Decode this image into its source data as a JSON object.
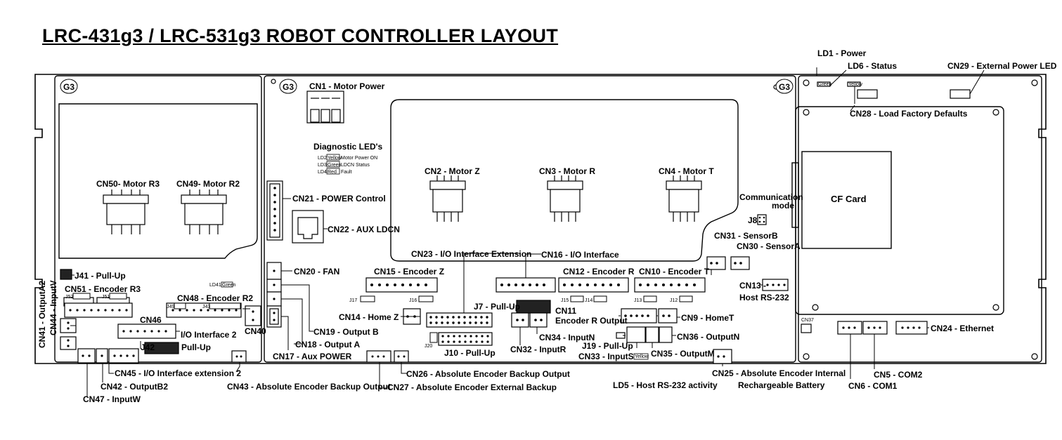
{
  "title": "LRC-431g3 / LRC-531g3 ROBOT CONTROLLER LAYOUT",
  "badges": [
    "G3",
    "G3",
    "G3"
  ],
  "diag_title": "Diagnostic LED's",
  "diag_rows": [
    {
      "id": "LD2",
      "color": "Yellow",
      "desc": "Motor Power ON"
    },
    {
      "id": "LD3",
      "color": "Green",
      "desc": "LDCN Status"
    },
    {
      "id": "LD4",
      "color": "Red",
      "desc": "Fault"
    }
  ],
  "cf_card": "CF Card",
  "comm_mode": [
    "Communication",
    "mode"
  ],
  "small_pins": {
    "J17": "J17",
    "J16": "J16",
    "J15": "J15",
    "J14": "J14",
    "J13": "J13",
    "J12": "J12",
    "J52": "J52",
    "J51": "J51",
    "J49": "J49",
    "J43": "J43",
    "J20": "J20",
    "LD41": "LD41",
    "CN37": "CN37"
  },
  "led_tags": {
    "green": "Green",
    "yellow": "Yellow",
    "red": "Red"
  },
  "labels": {
    "cn1": "CN1 - Motor Power",
    "cn2": "CN2 - Motor Z",
    "cn3": "CN3 - Motor R",
    "cn4": "CN4 - Motor T",
    "cn50": "CN50- Motor R3",
    "cn49": "CN49- Motor R2",
    "cn21": "CN21 - POWER Control",
    "cn22": "CN22 - AUX LDCN",
    "cn20": "CN20 - FAN",
    "cn19": "CN19 - Output B",
    "cn18": "CN18 - Output A",
    "cn17": "CN17 - Aux POWER",
    "cn23": "CN23 - I/O Interface Extension",
    "cn16": "CN16 - I/O Interface",
    "cn15": "CN15 - Encoder Z",
    "cn12": "CN12 - Encoder R",
    "cn10": "CN10 - Encoder T",
    "cn14": "CN14 - Home Z",
    "j7": "J7 - Pull-Up",
    "j10": "J10 - Pull-Up",
    "cn11a": "CN11",
    "cn11b": "Encoder R Output",
    "cn9": "CN9 - HomeT",
    "cn34": "CN34 - InputN",
    "cn32": "CN32 - InputR",
    "j19": "J19 - Pull-Up",
    "cn33": "CN33 - InputS",
    "cn35": "CN35 - OutputM",
    "cn36": "CN36 - OutputN",
    "cn31": "CN31 - SensorB",
    "cn30": "CN30 - SensorA",
    "j8": "J8",
    "cn13a": "CN13 -",
    "cn13b": "Host RS-232",
    "ld1": "LD1 - Power",
    "ld6": "LD6 - Status",
    "cn29": "CN29 - External Power LED",
    "cn28": "CN28 - Load Factory Defaults",
    "cn24": "CN24 - Ethernet",
    "cn5": "CN5 - COM2",
    "cn6": "CN6 - COM1",
    "cn25a": "CN25 - Absolute Encoder Internal",
    "cn25b": "Rechargeable Battery",
    "ld5": "LD5 - Host RS-232 activity",
    "cn26": "CN26 - Absolute Encoder Backup Output",
    "cn27": "CN27 - Absolute Encoder  External Backup",
    "cn43": "CN43 - Absolute Encoder Backup Output",
    "cn45": "CN45 - I/O Interface extension 2",
    "cn42": "CN42 - OutputB2",
    "cn47": "CN47 - InputW",
    "j41": "J41 - Pull-Up",
    "cn51": "CN51 - Encoder R3",
    "cn48": "CN48 - Encoder R2",
    "cn46": "CN46",
    "io2": "I/O Interface 2",
    "cn40": "CN40",
    "j42": "J42",
    "pullup": "Pull-Up",
    "cn41": "CN41 - OutputA2",
    "cn44": "CN44 - InputV"
  }
}
